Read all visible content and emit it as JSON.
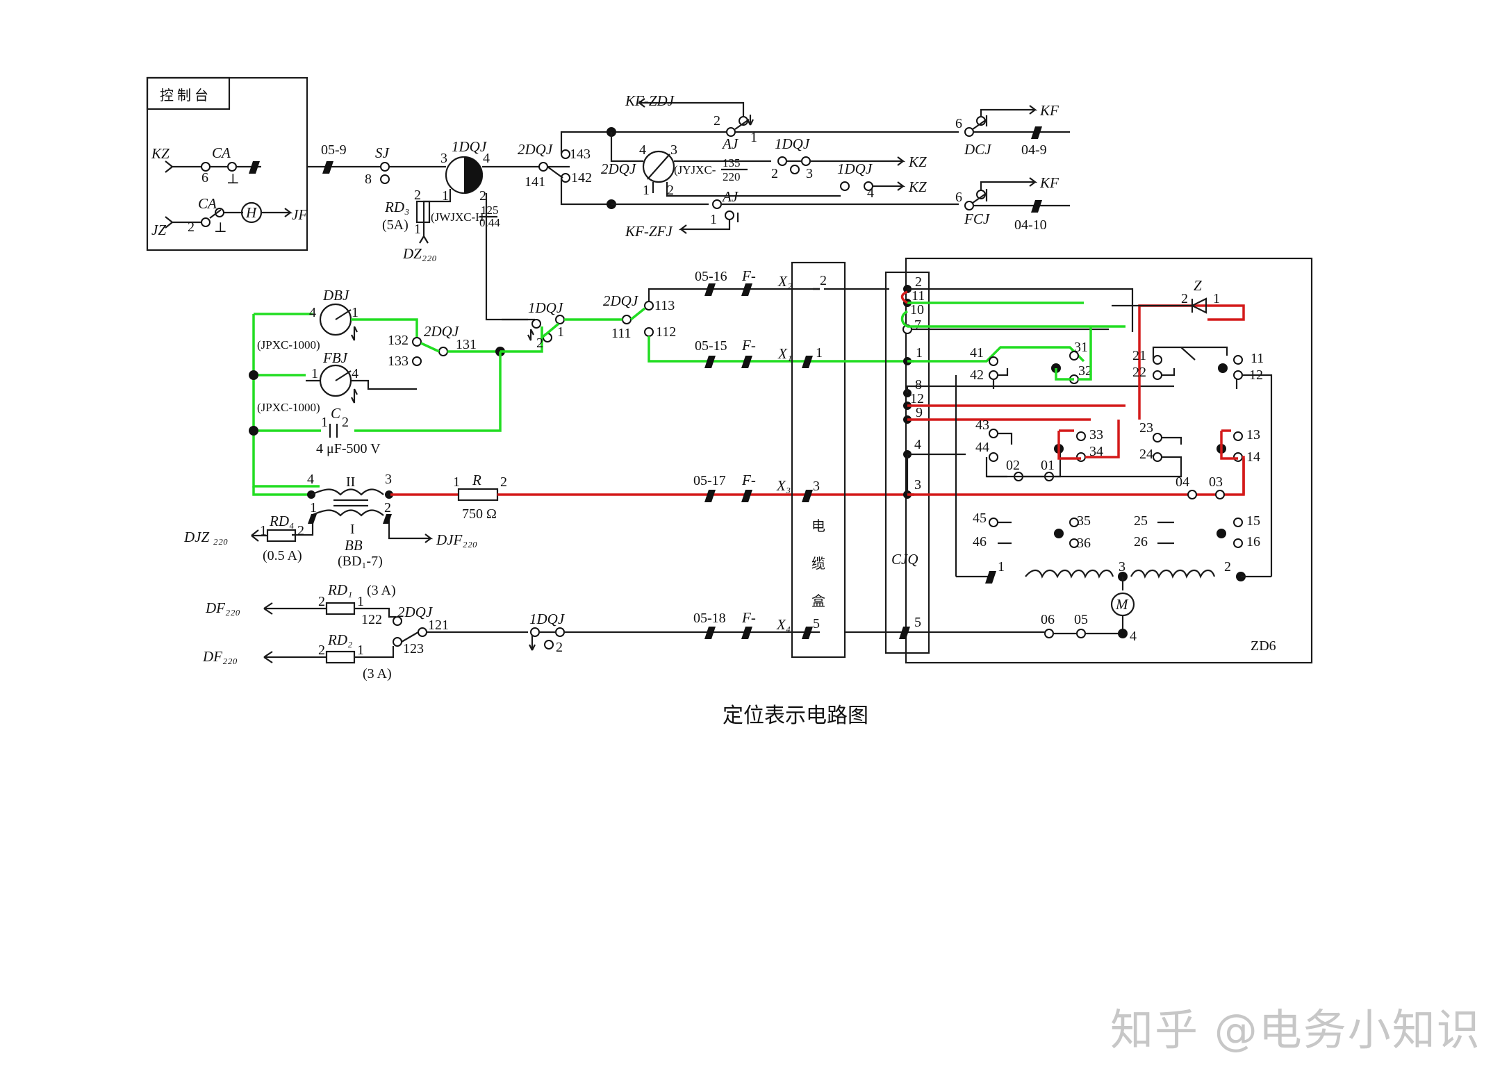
{
  "caption": "定位表示电路图",
  "watermark": "知乎 @电务小知识",
  "colors": {
    "indication_path": "#22dd22",
    "power_path": "#d41a1a",
    "wire": "#1a1a1a"
  },
  "labels": {
    "console": "控 制 台",
    "kz": "KZ",
    "jz": "JZ",
    "ca": "CA",
    "h": "H",
    "jf": "JF",
    "n6": "6",
    "n2": "2",
    "gnd": "⊥",
    "t059": "05-9",
    "sj": "SJ",
    "n8": "8",
    "dqj1": "1DQJ",
    "n3": "3",
    "n4": "4",
    "n1": "1",
    "rd3": "RD₃",
    "a5": "(5A)",
    "jwjxc": "(JWJXC-H",
    "f125": "125",
    "f044": "0.44",
    "dz220": "DZ₂₂₀",
    "dqj2": "2DQJ",
    "c143": "143",
    "c141": "141",
    "c142": "142",
    "kfzdj": "KF-ZDJ",
    "kfzfj": "KF-ZFJ",
    "aj": "AJ",
    "jyjxc": "(JYJXC-",
    "f135": "135",
    "f220": "220",
    "dcj": "DCJ",
    "fcj": "FCJ",
    "t049": "04-9",
    "t0410": "04-10",
    "kf": "KF",
    "dbj": "DBJ",
    "fbj": "FBJ",
    "jpxc": "(JPXC-1000)",
    "c132": "132",
    "c133": "133",
    "c131": "131",
    "cap": "C",
    "capv": "4 μF-500 V",
    "t0516": "05-16",
    "t0515": "05-15",
    "t0517": "05-17",
    "t0518": "05-18",
    "fd": "F-",
    "x1": "X₁",
    "x2": "X₂",
    "x3": "X₃",
    "x4": "X₄",
    "n5": "5",
    "c113": "113",
    "c111": "111",
    "c112": "112",
    "ii": "II",
    "i": "I",
    "bb": "BB",
    "bd17": "(BD₁-7)",
    "rd4": "RD₄",
    "a05": "(0.5 A)",
    "djz": "DJZ ₂₂₀",
    "djf": "DJF₂₂₀",
    "r": "R",
    "ohm": "750 Ω",
    "cable": "电",
    "cable2": "缆",
    "cable3": "盒",
    "cjq": "CJQ",
    "zd6": "ZD6",
    "rd1": "RD₁",
    "rd2": "RD₂",
    "a3": "(3 A)",
    "df220": "DF₂₂₀",
    "c122": "122",
    "c121": "121",
    "c123": "123",
    "k41": "41",
    "k42": "42",
    "k31": "31",
    "k32": "32",
    "k21": "21",
    "k22": "22",
    "k11": "11",
    "k12": "12",
    "k43": "43",
    "k44": "44",
    "k33": "33",
    "k34": "34",
    "k23": "23",
    "k24": "24",
    "k13": "13",
    "k14": "14",
    "k02": "02",
    "k01": "01",
    "k04": "04",
    "k03": "03",
    "k45": "45",
    "k46": "46",
    "k35": "35",
    "k36": "36",
    "k25": "25",
    "k26": "26",
    "k15": "15",
    "k16": "16",
    "k06": "06",
    "k05": "05",
    "z": "Z",
    "m": "M",
    "p10": "10",
    "p7": "7",
    "p9": "9"
  }
}
